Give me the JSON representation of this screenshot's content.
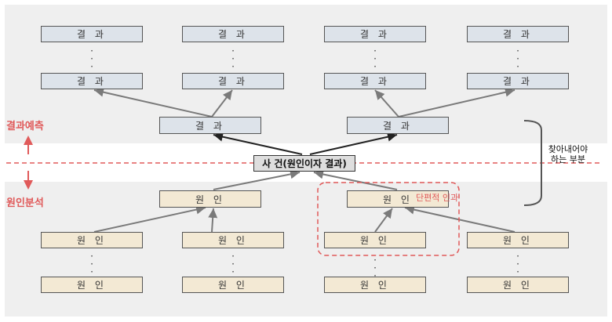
{
  "labels": {
    "result": "결 과",
    "cause": "원 인",
    "dots": ":",
    "event": "사 건(원인이자 결과)",
    "prediction": "결과예측",
    "analysis": "원인분석",
    "partial_causality": "단편적 인과",
    "find_part_line1": "찾아내어야",
    "find_part_line2": "하는 부분"
  },
  "colors": {
    "accent_red": "#e05a5a",
    "result_fill": "#dde3ea",
    "cause_fill": "#f3e9d4",
    "panel_gray": "#efefef"
  }
}
